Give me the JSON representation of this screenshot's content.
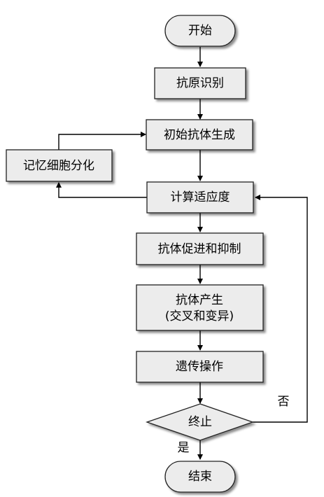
{
  "flowchart": {
    "start": "开始",
    "antigen_recognition": "抗原识别",
    "initial_antibody_generation": "初始抗体生成",
    "memory_cell_differentiation": "记忆细胞分化",
    "compute_fitness": "计算适应度",
    "antibody_promotion_suppression": "抗体促进和抑制",
    "antibody_production_line1": "抗体产生",
    "antibody_production_line2": "(交叉和变异)",
    "genetic_operation": "遗传操作",
    "termination": "终止",
    "yes_label": "是",
    "no_label": "否",
    "end": "结束"
  }
}
